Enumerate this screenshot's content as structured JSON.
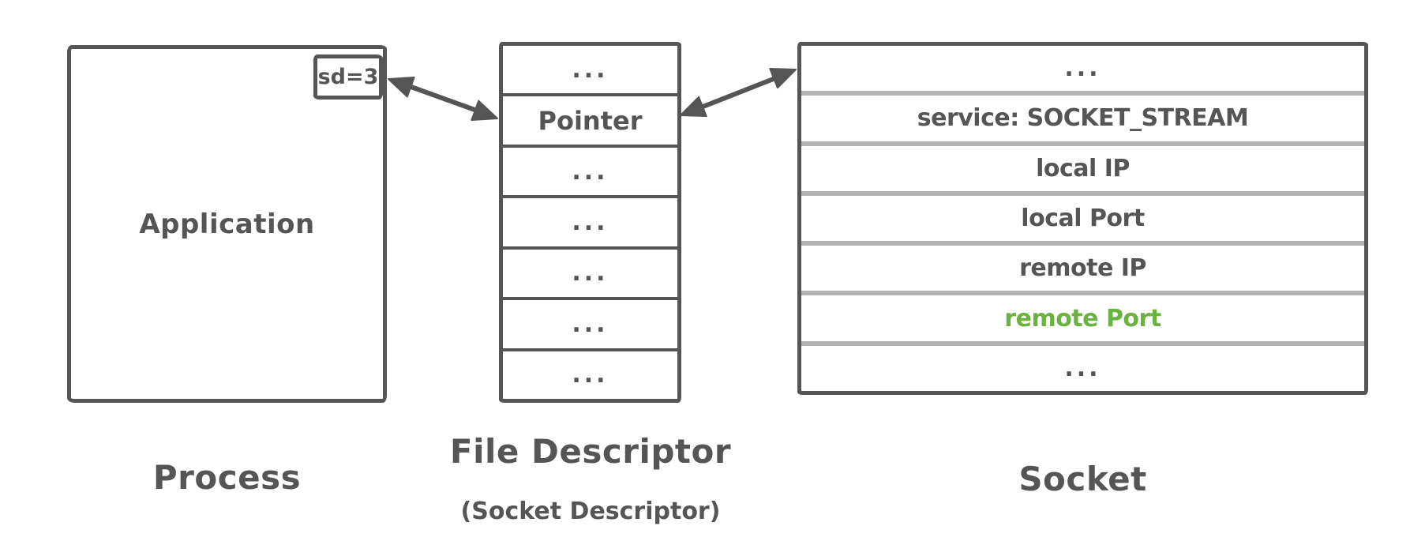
{
  "diagram": {
    "background": "#ffffff",
    "colors": {
      "stroke": "#555555",
      "separator": "#b3b3b3",
      "highlight_green": "#6bb33f"
    },
    "process": {
      "label": "Application",
      "sd_badge": "sd=3",
      "caption": "Process"
    },
    "file_descriptor": {
      "rows": [
        "...",
        "Pointer",
        "...",
        "...",
        "...",
        "...",
        "..."
      ],
      "caption": "File Descriptor",
      "subcaption": "(Socket Descriptor)"
    },
    "socket": {
      "rows": [
        "...",
        "service: SOCKET_STREAM",
        "local IP",
        "local Port",
        "remote IP",
        "remote Port",
        "..."
      ],
      "highlighted_row": "remote Port",
      "caption": "Socket"
    },
    "connections": [
      {
        "from": "sd=3",
        "to": "Pointer",
        "style": "double-headed-arrow"
      },
      {
        "from": "Pointer",
        "to": "Socket",
        "style": "double-headed-arrow"
      }
    ]
  }
}
